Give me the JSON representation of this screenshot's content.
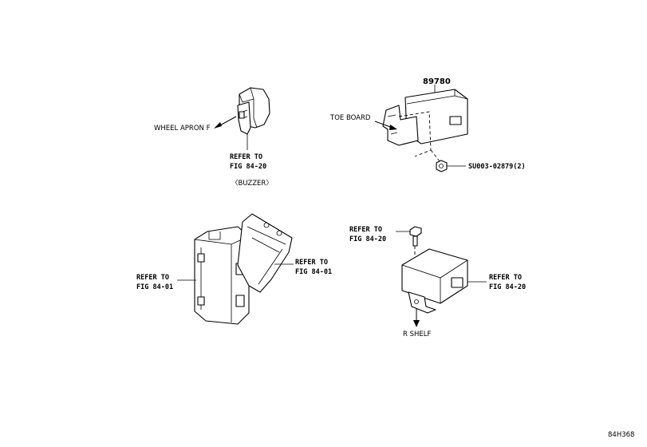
{
  "diagram_code": "84H368",
  "buzzer_group": {
    "wheel_apron": "WHEEL APRON F",
    "refer_line1": "REFER TO",
    "refer_line2": "FIG 84-20",
    "caption": "〈BUZZER〉"
  },
  "module_group": {
    "part_number": "89780",
    "toe_board": "TOE BOARD",
    "nut_number": "SU003-02879(2)"
  },
  "junction_group": {
    "left_refer_line1": "REFER TO",
    "left_refer_line2": "FIG 84-01",
    "right_refer_line1": "REFER TO",
    "right_refer_line2": "FIG 84-01"
  },
  "relay_group": {
    "bolt_refer_line1": "REFER TO",
    "bolt_refer_line2": "FIG 84-20",
    "conn_refer_line1": "REFER TO",
    "conn_refer_line2": "FIG 84-20",
    "r_shelf": "R SHELF"
  }
}
